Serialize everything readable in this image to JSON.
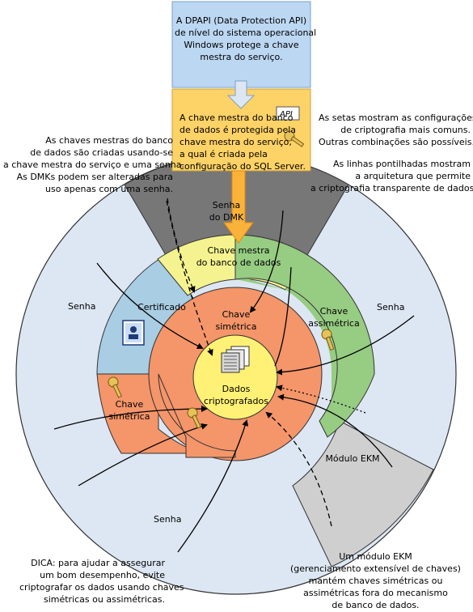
{
  "top_box": {
    "text": "A DPAPI (Data Protection API)\nde nível do sistema operacional\nWindows protege a chave\nmestra do serviço.",
    "fill": "#bcd7f2"
  },
  "service_box": {
    "text": "A chave mestra do banco\nde dados é protegida pela\nchave mestra do serviço,\na qual é criada pela\nconfiguração do SQL Server.",
    "fill": "#fdd267"
  },
  "notes": {
    "left_top": "As chaves mestras do banco\nde dados são criadas usando-se\na chave mestra do serviço e uma senha.\nAs DMKs podem ser alteradas para\nuso apenas com uma senha.",
    "right_top_1": "As setas mostram as configurações\nde criptografia mais comuns.\nOutras combinações são possíveis.",
    "right_top_2": "As linhas pontilhadas mostram\na arquitetura que permite\na criptografia transparente de dados.",
    "bottom_left": "DICA: para ajudar a assegurar\num bom desempenho, evite\ncriptografar os dados usando chaves\nsimétricas ou assimétricas.",
    "bottom_right": "Um módulo EKM\n(gerenciamento extensível de chaves)\nmantém chaves simétricas ou\nassimétricas fora do mecanismo\nde banco de dados."
  },
  "labels": {
    "senha_dmk": "Senha\ndo DMK",
    "chave_mestra_bd": "Chave mestra\ndo banco de dados",
    "certificado": "Certificado",
    "chave_simetrica": "Chave\nsimétrica",
    "chave_assimetrica": "Chave\nassimétrica",
    "chave_simetrica_outer": "Chave\nsimétrica",
    "dados": "Dados\ncriptografados",
    "modulo_ekm": "Módulo EKM",
    "senha_left": "Senha",
    "senha_right": "Senha",
    "senha_bottom": "Senha"
  },
  "colors": {
    "password_ring": "#dde7f3",
    "dmk_gray": "#777777",
    "dmk_yellow": "#f4f38f",
    "certificate": "#a9cde3",
    "asymmetric": "#97cc83",
    "symmetric": "#f4956a",
    "data_circle": "#fff175",
    "ekm": "#cfcfcf",
    "arrow_orange": "#fbb23a"
  }
}
